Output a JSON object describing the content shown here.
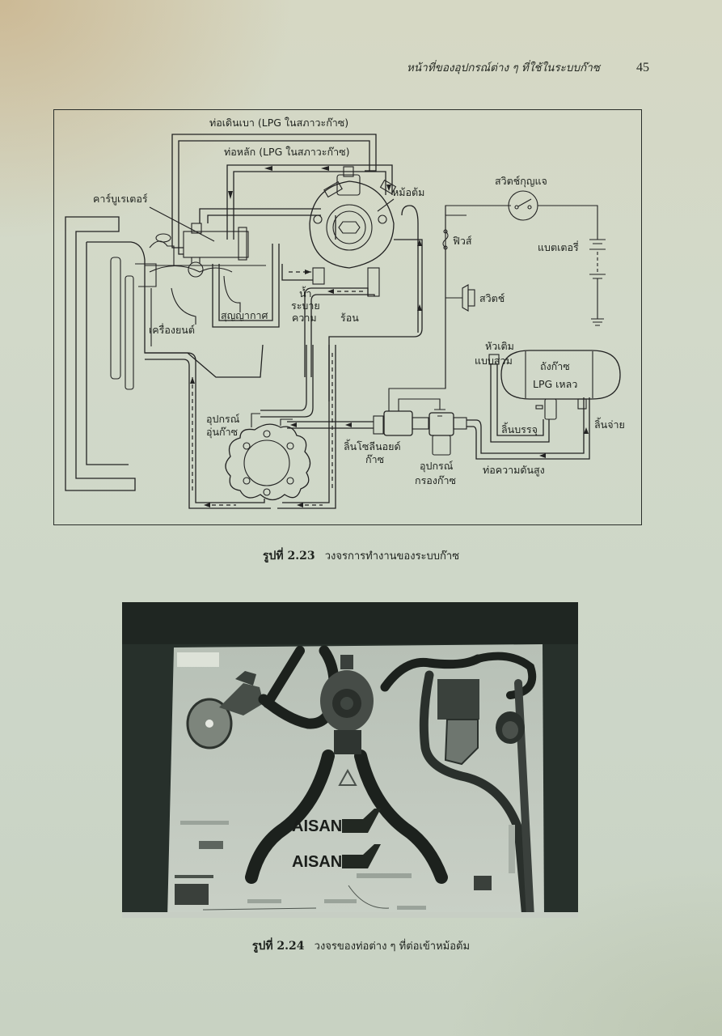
{
  "running_head": {
    "title": "หน้าที่ของอุปกรณ์ต่าง ๆ ที่ใช้ในระบบก๊าซ",
    "page_number": "45"
  },
  "figure_223": {
    "number": "รูปที่ 2.23",
    "caption": "วงจรการทำงานของระบบก๊าซ",
    "labels": {
      "idle_pipe": "ท่อเดินเบา (LPG ในสภาวะก๊าซ)",
      "main_pipe": "ท่อหลัก (LPG ในสภาวะก๊าซ)",
      "carburetor": "คาร์บูเรเตอร์",
      "vaporizer": "หม้อต้ม",
      "key_switch": "สวิตช์กุญแจ",
      "fuse": "ฟิวส์",
      "battery": "แบตเตอรี่",
      "switch": "สวิตช์",
      "engine": "เครื่องยนต์",
      "vacuum": "สุญญากาศ",
      "coolant_line1": "น้ำ",
      "coolant_line2": "ระบาย",
      "coolant_line3": "ความ",
      "coolant_line4": "ร้อน",
      "gas_heater_line1": "อุปกรณ์",
      "gas_heater_line2": "อุ่นก๊าซ",
      "solenoid_line1": "ลิ้นโซลีนอยด์",
      "solenoid_line2": "ก๊าซ",
      "filter_line1": "อุปกรณ์",
      "filter_line2": "กรองก๊าซ",
      "filler_line1": "หัวเติม",
      "filler_line2": "แบบสวม",
      "tank_line1": "ถังก๊าซ",
      "tank_line2": "LPG เหลว",
      "fill_valve": "ลิ้นบรรจุ",
      "supply_valve": "ลิ้นจ่าย",
      "high_pressure_pipe": "ท่อความดันสูง"
    }
  },
  "figure_224": {
    "number": "รูปที่ 2.24",
    "caption": "วงจรของท่อต่าง ๆ ที่ต่อเข้าหม้อต้ม",
    "photo_text": [
      "AISAN",
      "AISAN"
    ]
  }
}
